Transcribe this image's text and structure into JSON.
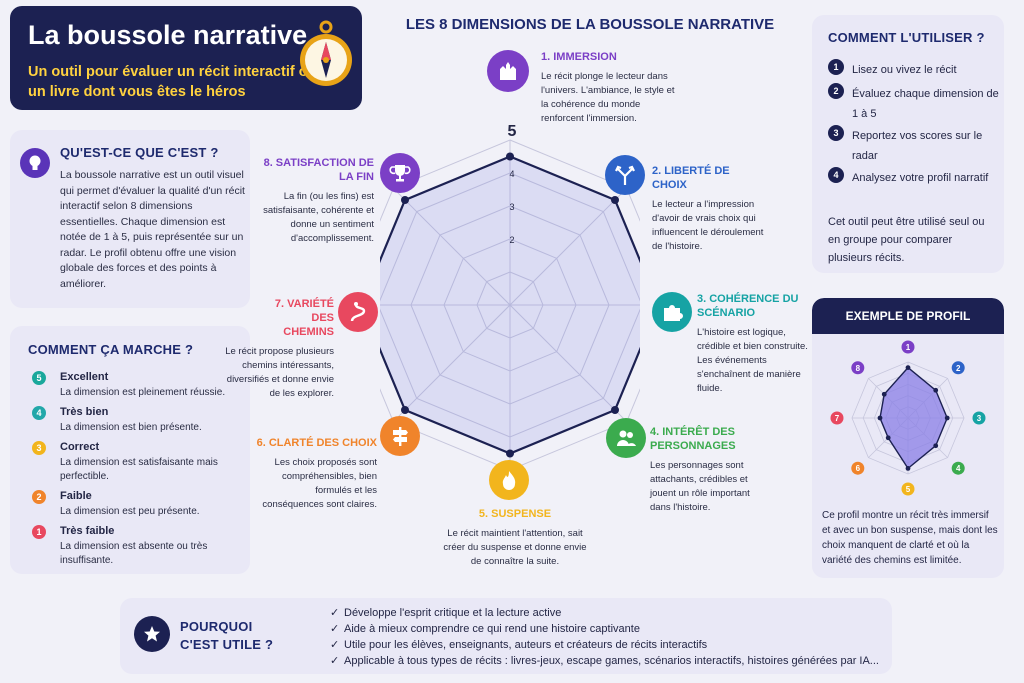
{
  "header": {
    "title": "La boussole narrative",
    "subtitle": "Un outil pour évaluer un récit interactif ou un livre dont vous êtes le héros"
  },
  "main_title": "LES 8 DIMENSIONS DE LA BOUSSOLE NARRATIVE",
  "what_is_it": {
    "title": "QU'EST-CE QUE C'EST ?",
    "text": "La boussole narrative est un outil visuel qui permet d'évaluer la qualité d'un récit interactif selon 8 dimensions essentielles. Chaque dimension est notée de 1 à 5, puis représentée sur un radar. Le profil obtenu offre une vision globale des forces et des points à améliorer."
  },
  "how_it_works": {
    "title": "COMMENT ÇA MARCHE ?",
    "levels": [
      {
        "num": "5",
        "label": "Excellent",
        "desc": "La dimension est pleinement réussie.",
        "color": "#1aa89c"
      },
      {
        "num": "4",
        "label": "Très bien",
        "desc": "La dimension est bien présente.",
        "color": "#22a7a9"
      },
      {
        "num": "3",
        "label": "Correct",
        "desc": "La dimension est satisfaisante mais perfectible.",
        "color": "#f2b51d"
      },
      {
        "num": "2",
        "label": "Faible",
        "desc": "La dimension est peu présente.",
        "color": "#f0842b"
      },
      {
        "num": "1",
        "label": "Très faible",
        "desc": "La dimension est absente ou très insuffisante.",
        "color": "#e8485f"
      }
    ]
  },
  "dimensions": [
    {
      "title": "1. IMMERSION",
      "desc": "Le récit plonge le lecteur dans l'univers. L'ambiance, le style et la cohérence du monde renforcent l'immersion.",
      "color": "#7b3fc6",
      "icon": "castle-icon"
    },
    {
      "title": "2. LIBERTÉ DE CHOIX",
      "desc": "Le lecteur a l'impression d'avoir de vrais choix qui influencent le déroulement de l'histoire.",
      "color": "#2d63c8",
      "icon": "branch-arrows-icon"
    },
    {
      "title": "3. COHÉRENCE DU SCÉNARIO",
      "desc": "L'histoire est logique, crédible et bien construite. Les événements s'enchaînent de manière fluide.",
      "color": "#16a3a4",
      "icon": "puzzle-icon"
    },
    {
      "title": "4. INTÉRÊT DES PERSONNAGES",
      "desc": "Les personnages sont attachants, crédibles et jouent un rôle important dans l'histoire.",
      "color": "#3bab4e",
      "icon": "people-icon"
    },
    {
      "title": "5. SUSPENSE",
      "desc": "Le récit maintient l'attention, sait créer du suspense et donne envie de connaître la suite.",
      "color": "#f2b51d",
      "icon": "flame-icon"
    },
    {
      "title": "6. CLARTÉ DES CHOIX",
      "desc": "Les choix proposés sont compréhensibles, bien formulés et les conséquences sont claires.",
      "color": "#f0842b",
      "icon": "signpost-icon"
    },
    {
      "title": "7. VARIÉTÉ DES CHEMINS",
      "desc": "Le récit propose plusieurs chemins intéressants, diversifiés et donne envie de les explorer.",
      "color": "#e8485f",
      "icon": "winding-path-icon"
    },
    {
      "title": "8. SATISFACTION DE LA FIN",
      "desc": "La fin (ou les fins) est satisfaisante, cohérente et donne un sentiment d'accomplissement.",
      "color": "#7b3fc6",
      "icon": "trophy-icon"
    }
  ],
  "chart_data": {
    "type": "radar",
    "axis_ticks": [
      "2",
      "3",
      "4",
      "5"
    ],
    "scale_max": 5,
    "values": [
      4.5,
      4.5,
      4.5,
      4.5,
      4.5,
      4.5,
      4.5,
      4.5
    ],
    "fill_color": "#7b7fe0",
    "line_color": "#1c2152"
  },
  "how_to_use": {
    "title": "COMMENT L'UTILISER ?",
    "steps": [
      {
        "num": "1",
        "text": "Lisez ou vivez le récit"
      },
      {
        "num": "2",
        "text": "Évaluez chaque dimension de 1 à 5"
      },
      {
        "num": "3",
        "text": "Reportez vos scores sur le radar"
      },
      {
        "num": "4",
        "text": "Analysez votre profil narratif"
      }
    ],
    "note": "Cet outil peut être utilisé seul ou en groupe pour comparer plusieurs récits."
  },
  "example": {
    "title": "EXEMPLE DE PROFIL",
    "labels": [
      "1",
      "2",
      "3",
      "4",
      "5",
      "6",
      "7",
      "8"
    ],
    "values": [
      4.5,
      3.5,
      3.5,
      3.5,
      4.5,
      2.5,
      2.5,
      3
    ],
    "caption": "Ce profil montre un récit très immersif et avec un bon suspense, mais dont les choix manquent de clarté et où la variété des chemins est limitée."
  },
  "why_useful": {
    "title": "POURQUOI C'EST UTILE ?",
    "items": [
      "Développe l'esprit critique et la lecture active",
      "Aide à mieux comprendre ce qui rend une histoire captivante",
      "Utile pour les élèves, enseignants, auteurs et créateurs de récits interactifs",
      "Applicable à tous types de récits : livres-jeux, escape games, scénarios interactifs, histoires générées par IA..."
    ]
  }
}
